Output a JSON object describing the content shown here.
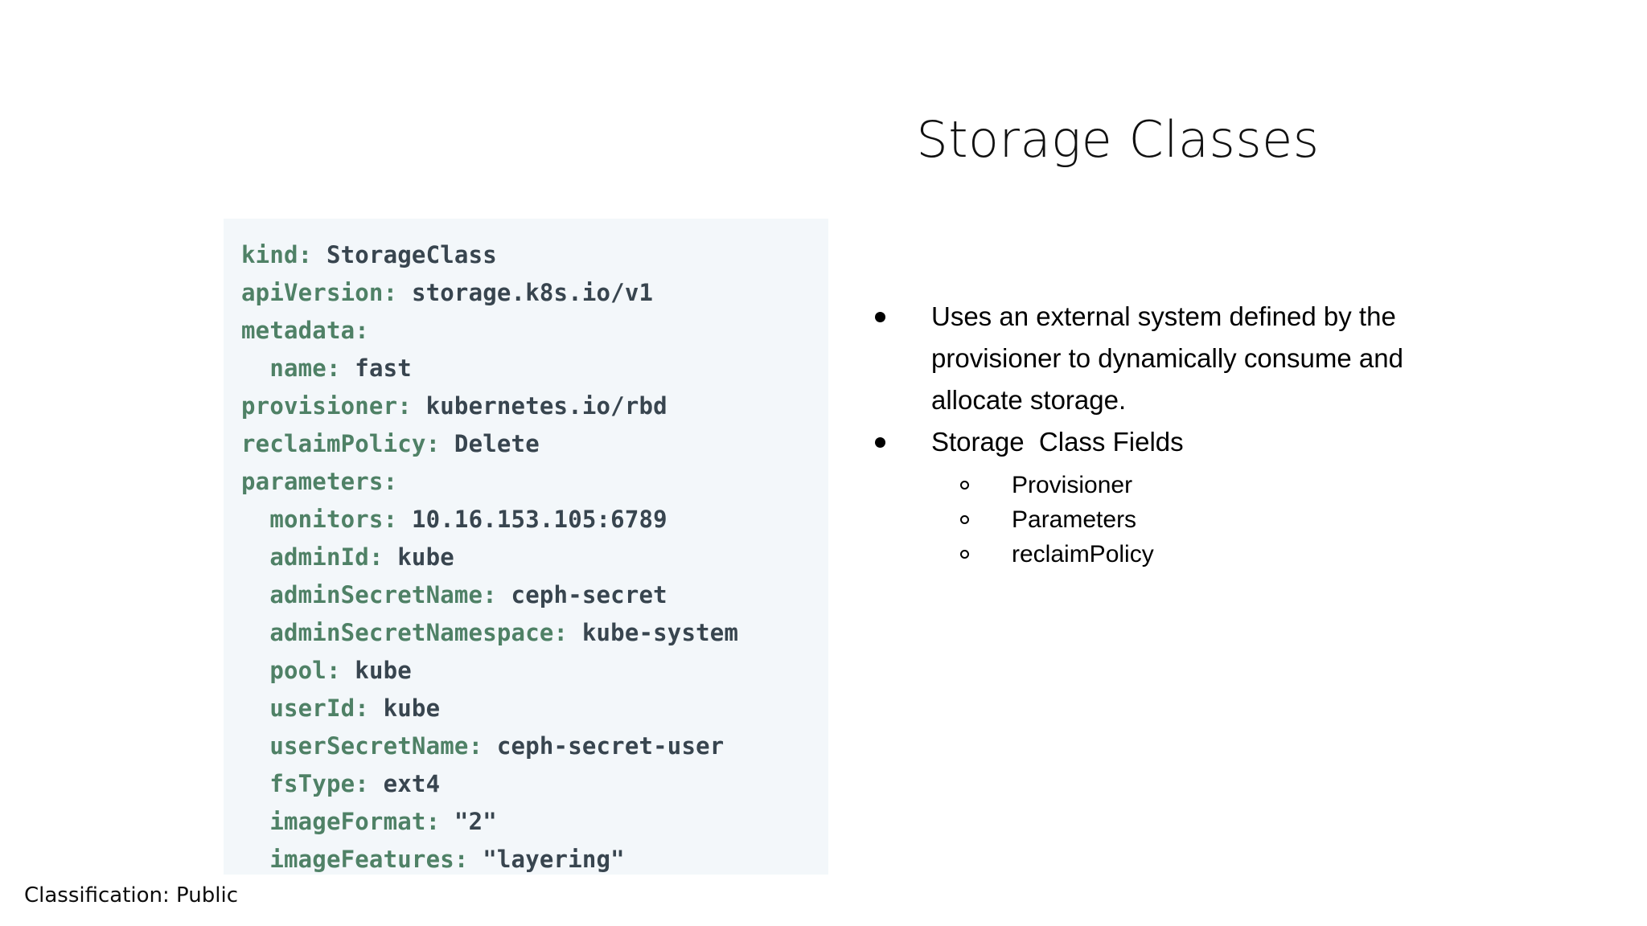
{
  "slide": {
    "title": "Storage Classes",
    "footer": "Classification: Public",
    "background_color": "#ffffff"
  },
  "code_block": {
    "background_color": "#f3f7fa",
    "key_color": "#4f8166",
    "value_color": "#38454f",
    "language": "yaml",
    "lines": [
      {
        "indent": 0,
        "key": "kind",
        "value": "StorageClass"
      },
      {
        "indent": 0,
        "key": "apiVersion",
        "value": "storage.k8s.io/v1"
      },
      {
        "indent": 0,
        "key": "metadata",
        "value": ""
      },
      {
        "indent": 1,
        "key": "name",
        "value": "fast"
      },
      {
        "indent": 0,
        "key": "provisioner",
        "value": "kubernetes.io/rbd"
      },
      {
        "indent": 0,
        "key": "reclaimPolicy",
        "value": "Delete"
      },
      {
        "indent": 0,
        "key": "parameters",
        "value": ""
      },
      {
        "indent": 1,
        "key": "monitors",
        "value": "10.16.153.105:6789"
      },
      {
        "indent": 1,
        "key": "adminId",
        "value": "kube"
      },
      {
        "indent": 1,
        "key": "adminSecretName",
        "value": "ceph-secret"
      },
      {
        "indent": 1,
        "key": "adminSecretNamespace",
        "value": "kube-system"
      },
      {
        "indent": 1,
        "key": "pool",
        "value": "kube"
      },
      {
        "indent": 1,
        "key": "userId",
        "value": "kube"
      },
      {
        "indent": 1,
        "key": "userSecretName",
        "value": "ceph-secret-user"
      },
      {
        "indent": 1,
        "key": "fsType",
        "value": "ext4"
      },
      {
        "indent": 1,
        "key": "imageFormat",
        "value": "\"2\""
      },
      {
        "indent": 1,
        "key": "imageFeatures",
        "value": "\"layering\""
      }
    ]
  },
  "bullets": [
    {
      "text": "Uses an external system defined by the  provisioner to dynamically consume and  allocate storage.",
      "marker": "filled-disc",
      "children": []
    },
    {
      "text": "Storage  Class Fields",
      "marker": "filled-disc",
      "children": [
        {
          "text": "Provisioner",
          "marker": "hollow-circle"
        },
        {
          "text": "Parameters",
          "marker": "hollow-circle"
        },
        {
          "text": "reclaimPolicy",
          "marker": "hollow-circle"
        }
      ]
    }
  ]
}
